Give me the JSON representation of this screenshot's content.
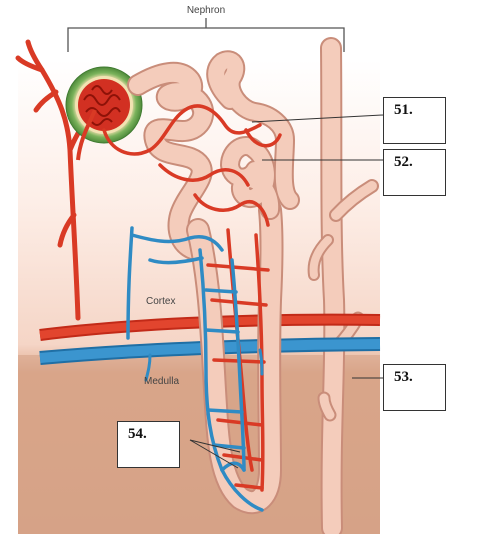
{
  "diagram": {
    "title": "Nephron",
    "region_labels": {
      "cortex": "Cortex",
      "medulla": "Medulla"
    },
    "answer_boxes": [
      "51.",
      "52.",
      "53.",
      "54."
    ],
    "colors": {
      "artery": "#d93a25",
      "vein": "#2f8bc4",
      "tubule": "#f0c0ad",
      "tubule_outline": "#c98d7a",
      "glomerulus": "#c8261a",
      "capsule": "#7bb35c",
      "cortex_bg": "#fde9e1",
      "medulla_bg": "#d9a58a"
    }
  }
}
